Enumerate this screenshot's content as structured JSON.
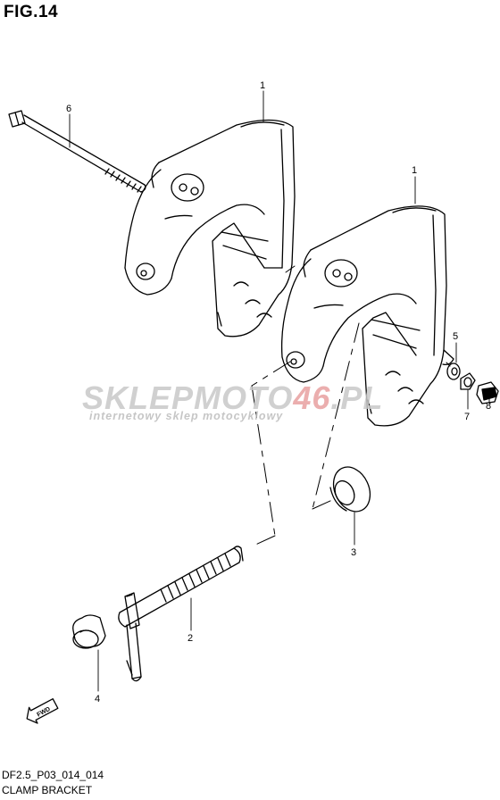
{
  "figure": {
    "title": "FIG.14"
  },
  "footer": {
    "code": "DF2.5_P03_014_014",
    "name": "CLAMP BRACKET"
  },
  "watermark": {
    "brand_left": "SKLEPMOTO",
    "brand_right": "46",
    "suffix": ".PL",
    "tagline": "internetowy sklep motocyklowy"
  },
  "direction_tag": "FWD",
  "parts": [
    {
      "number": "1",
      "part": "bracket-rear"
    },
    {
      "number": "1",
      "part": "bracket-front"
    },
    {
      "number": "2",
      "part": "clamp-screw"
    },
    {
      "number": "3",
      "part": "clamp-pad"
    },
    {
      "number": "4",
      "part": "screw-cap"
    },
    {
      "number": "5",
      "part": "washer"
    },
    {
      "number": "6",
      "part": "bolt"
    },
    {
      "number": "7",
      "part": "washer"
    },
    {
      "number": "8",
      "part": "nut"
    }
  ],
  "colors": {
    "line": "#000000",
    "watermark_gray": "#c8c8c8",
    "watermark_red": "#e8a0a0"
  }
}
